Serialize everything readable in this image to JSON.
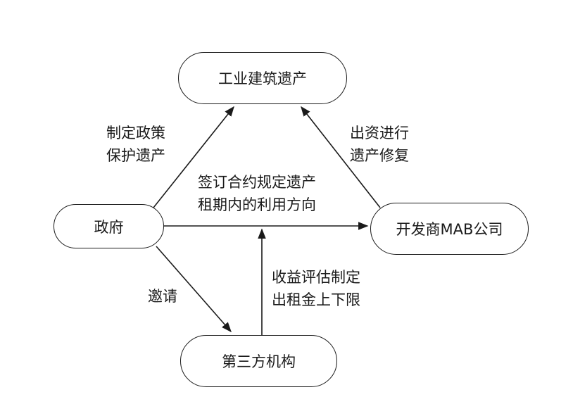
{
  "nodes": {
    "heritage": "工业建筑遗产",
    "government": "政府",
    "developer": "开发商MAB公司",
    "third_party": "第三方机构"
  },
  "edges": {
    "gov_to_heritage": [
      "制定政策",
      "保护遗产"
    ],
    "dev_to_heritage": [
      "出资进行",
      "遗产修复"
    ],
    "gov_to_dev": [
      "签订合约规定遗产",
      "租期内的利用方向"
    ],
    "gov_to_third": [
      "邀请"
    ],
    "third_to_center": [
      "收益评估制定",
      "出租金上下限"
    ]
  },
  "colors": {
    "line": "#1a1a1a",
    "background": "#ffffff"
  }
}
